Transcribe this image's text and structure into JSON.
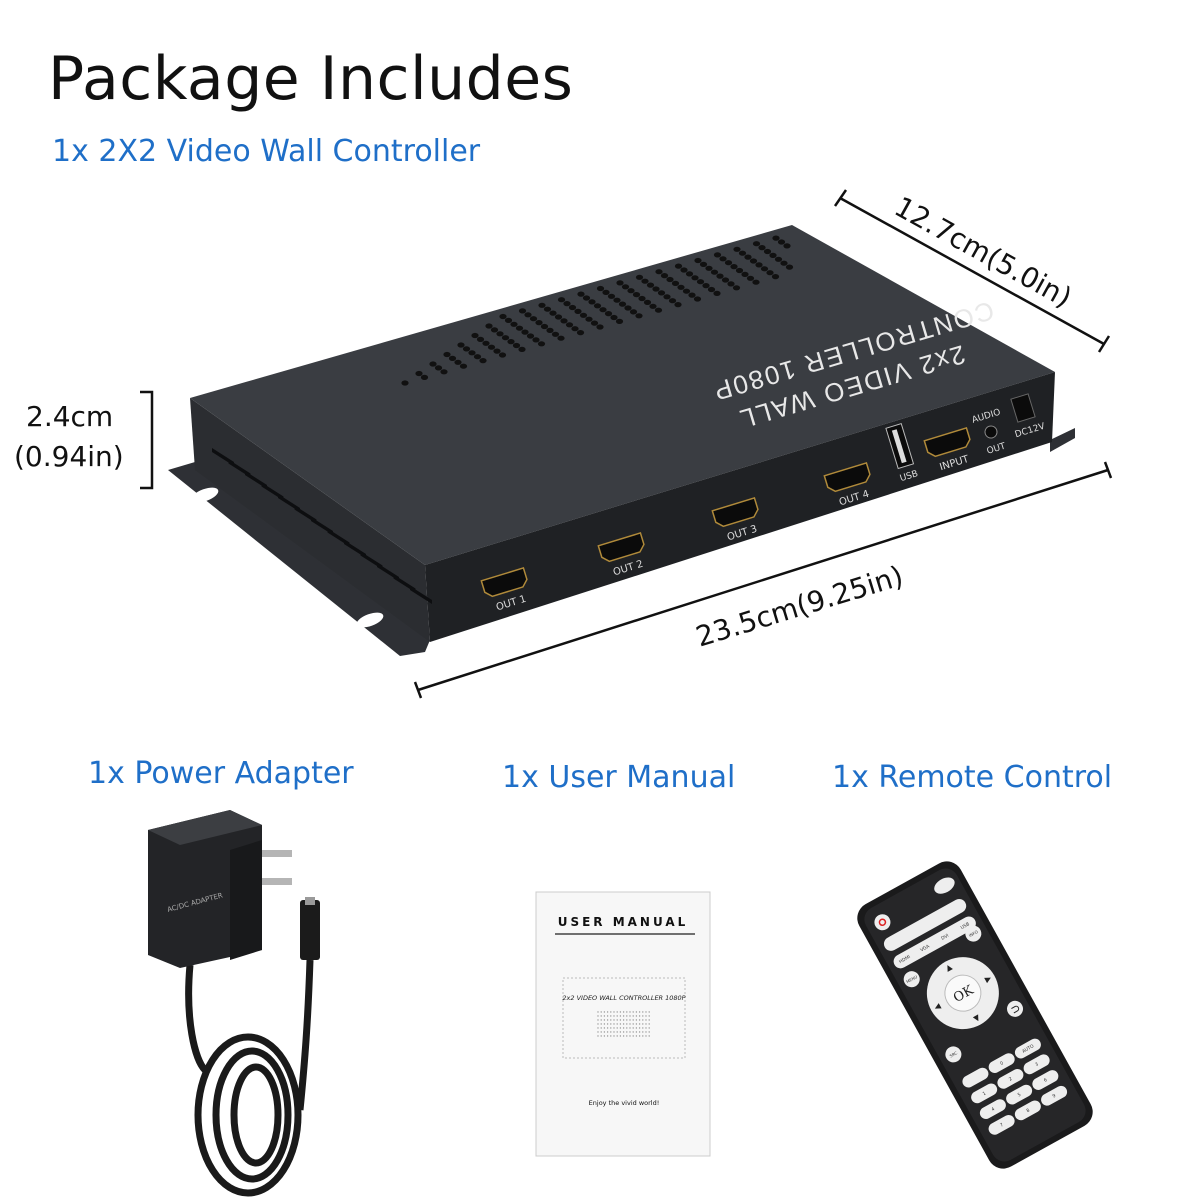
{
  "header": {
    "title": "Package Includes",
    "main_item": "1x 2X2 Video Wall Controller"
  },
  "dimensions": {
    "depth": "12.7cm(5.0in)",
    "height_cm": "2.4cm",
    "height_in": "(0.94in)",
    "width": "23.5cm(9.25in)"
  },
  "device": {
    "label_line1": "2x2 VIDEO WALL",
    "label_line2": "CONTROLLER 1080P",
    "ports": [
      "OUT 1",
      "OUT 2",
      "OUT 3",
      "OUT 4",
      "USB",
      "INPUT",
      "AUDIO",
      "OUT",
      "DC12V"
    ],
    "color": "#3a3d42"
  },
  "accessories": [
    {
      "label": "1x Power Adapter",
      "print": "AC/DC ADAPTER"
    },
    {
      "label": "1x User Manual",
      "title": "USER  MANUAL",
      "subtitle": "2x2 VIDEO WALL CONTROLLER 1080P",
      "footer": "Enjoy the vivid world!"
    },
    {
      "label": "1x Remote Control",
      "ok": "OK",
      "keys": [
        "HDMI",
        "VGA",
        "DVI",
        "USB",
        "MENU",
        "INFO",
        "SRC",
        "AUTO",
        "0",
        "1",
        "2",
        "3",
        "4",
        "5",
        "6",
        "7",
        "8",
        "9"
      ]
    }
  ],
  "colors": {
    "accent": "#1f6fc8",
    "text": "#111111"
  }
}
